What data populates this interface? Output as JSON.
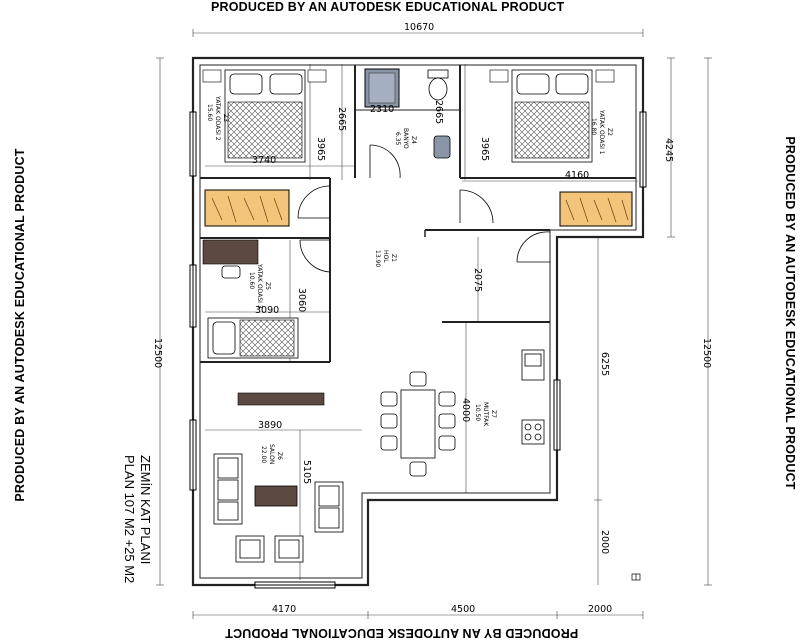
{
  "watermarks": {
    "top": "PRODUCED BY AN AUTODESK EDUCATIONAL PRODUCT",
    "bottom": "PRODUCED BY AN AUTODESK EDUCATIONAL PRODUCT",
    "left": "PRODUCED BY AN AUTODESK EDUCATIONAL PRODUCT",
    "right": "PRODUCED BY AN AUTODESK EDUCATIONAL PRODUCT"
  },
  "plan_title": {
    "line1": "ZEMİN KAT PLANI",
    "line2": "PLAN 107 M2 +25 M2"
  },
  "dimensions": {
    "overall_width": "10670",
    "overall_height_left": "12500",
    "overall_height_right": "12500",
    "right_upper": "4245",
    "bedroom1_width": "3740",
    "bedroom1_height": "3965",
    "bath_upper": "2665",
    "bath_lower": "2665",
    "bath_width": "2310",
    "bedroom2_height": "3965",
    "bedroom2_width": "4160",
    "hall": "2075",
    "bedroom3_height": "3060",
    "bedroom3_width": "3090",
    "living_width": "3890",
    "living_height": "5105",
    "kitchen_height": "4000",
    "right_mid": "6255",
    "right_low": "2000",
    "bottom_left": "4170",
    "bottom_mid": "4500",
    "bottom_right": "2000"
  },
  "room_labels": {
    "bedroom1": [
      "YATAK ODASI 2",
      "15.60"
    ],
    "bath": [
      "BANYO",
      "6.35"
    ],
    "bedroom2": [
      "YATAK ODASI 1",
      "16.80"
    ],
    "hall": [
      "HOL",
      "13.90"
    ],
    "bedroom3": [
      "YATAK ODASI 3",
      "10.60"
    ],
    "kitchen": [
      "MUTFAK",
      "10.50"
    ],
    "living": [
      "SALON",
      "22.00"
    ]
  },
  "room_tags": {
    "bedroom1": "Z3",
    "bath": "Z4",
    "bedroom2": "Z2",
    "hall": "Z1",
    "bedroom3": "Z5",
    "kitchen": "Z7",
    "living": "Z6"
  }
}
